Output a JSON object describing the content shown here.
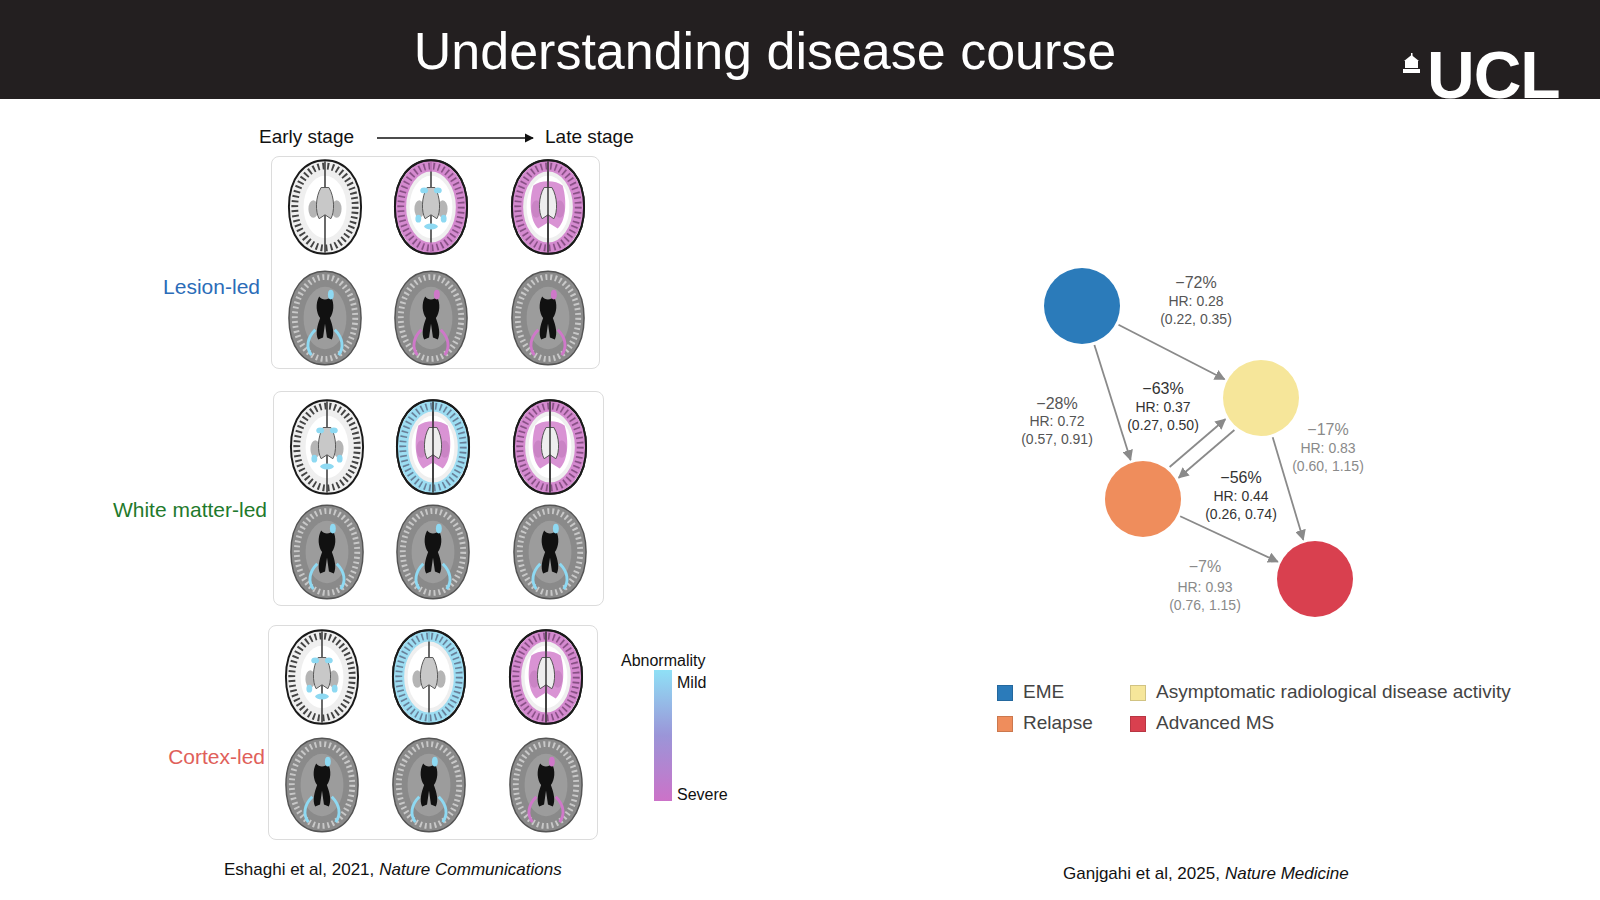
{
  "diagram": {
    "title": "Understanding disease course",
    "nodes": [
      {
        "text": [
          "Lesion-led"
        ]
      },
      {
        "text": [
          "White matter-led"
        ]
      },
      {
        "text": [
          "Cortex-led"
        ]
      },
      {
        "text": []
      },
      {
        "text": []
      },
      {
        "text": []
      },
      {
        "text": []
      }
    ],
    "edges": [
      {
        "from": 3,
        "to": 4,
        "label": "−72%",
        "arrow": "to"
      },
      {
        "from": 3,
        "to": 5,
        "label": "−28%",
        "arrow": "to"
      },
      {
        "from": 5,
        "to": 4,
        "label": "−63%",
        "arrow": "to"
      },
      {
        "from": 4,
        "to": 5,
        "label": "−56%",
        "arrow": "to"
      },
      {
        "from": 4,
        "to": 6,
        "label": "−17%",
        "arrow": "to"
      },
      {
        "from": 5,
        "to": 6,
        "label": "−7%",
        "arrow": "to"
      }
    ],
    "labels": [
      "UCL",
      "Early stage",
      "Late stage",
      "Abnormality",
      "Mild",
      "Severe",
      "Eshaghi et al, 2021,",
      "Nature Communications",
      "HR: 0.28 (0.22, 0.35)",
      "HR: 0.72 (0.57, 0.91)",
      "HR: 0.37 (0.27, 0.50)",
      "HR: 0.44 (0.26, 0.74)",
      "HR: 0.83 (0.60, 1.15)",
      "HR: 0.93 (0.76, 1.15)",
      "Ganjgahi et al, 2025,",
      "Nature Medicine"
    ],
    "legend": [
      {
        "text": "EME",
        "color": "#2b7bba"
      },
      {
        "text": "Asymptomatic radiological disease activity",
        "color": "#f6e69a"
      },
      {
        "text": "Relapse",
        "color": "#ef8d5c"
      },
      {
        "text": "Advanced MS",
        "color": "#d9404f"
      }
    ]
  }
}
